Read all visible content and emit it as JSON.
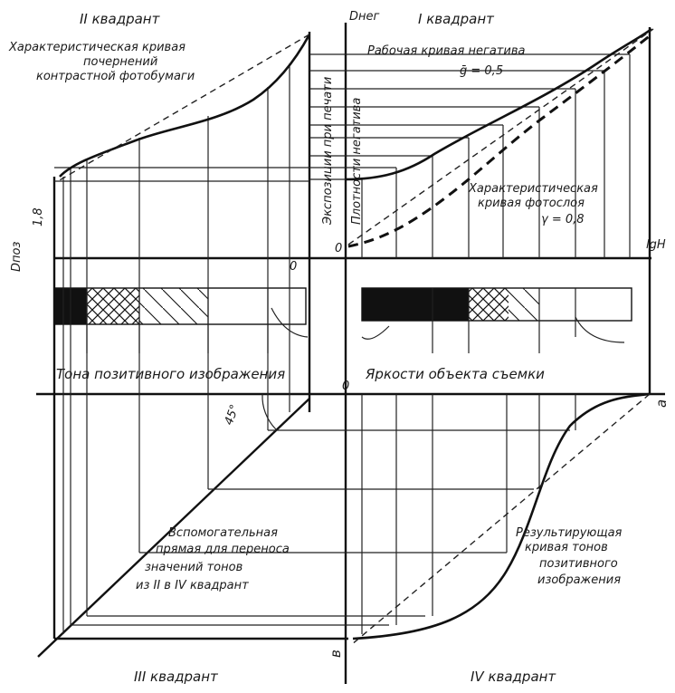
{
  "quadrants": {
    "q1": "I квадрант",
    "q2": "II квадрант",
    "q3": "III квадрант",
    "q4": "IV квадрант"
  },
  "labels": {
    "char_curve_paper": [
      "Характеристическая кривая",
      "почернений",
      "контрастной фотобумаги"
    ],
    "working_curve_negative": "Рабочая кривая негатива",
    "gamma_working": "ḡ = 0,5",
    "char_curve_layer": [
      "Характеристическая",
      "кривая фотослоя"
    ],
    "gamma_layer": "γ = 0,8",
    "print_exposure": "Экспозиции при печати",
    "negative_density": "Плотности негатива",
    "d_neg": "Dнег",
    "d_pos": "Dпоз",
    "value_1_8": "1,8",
    "zero": "0",
    "lg_h": "lgH",
    "positive_tones": "Тона позитивного изображения",
    "object_brightness": "Яркости объекта съемки",
    "angle_45": "45°",
    "auxiliary_line": [
      "Вспомогательная",
      "прямая для переноса",
      "значений тонов",
      "из II в IV квадрант"
    ],
    "resulting_curve": [
      "Результирующая",
      "кривая тонов",
      "позитивного",
      "изображения"
    ],
    "a_axis": "a",
    "b_axis": "в"
  }
}
